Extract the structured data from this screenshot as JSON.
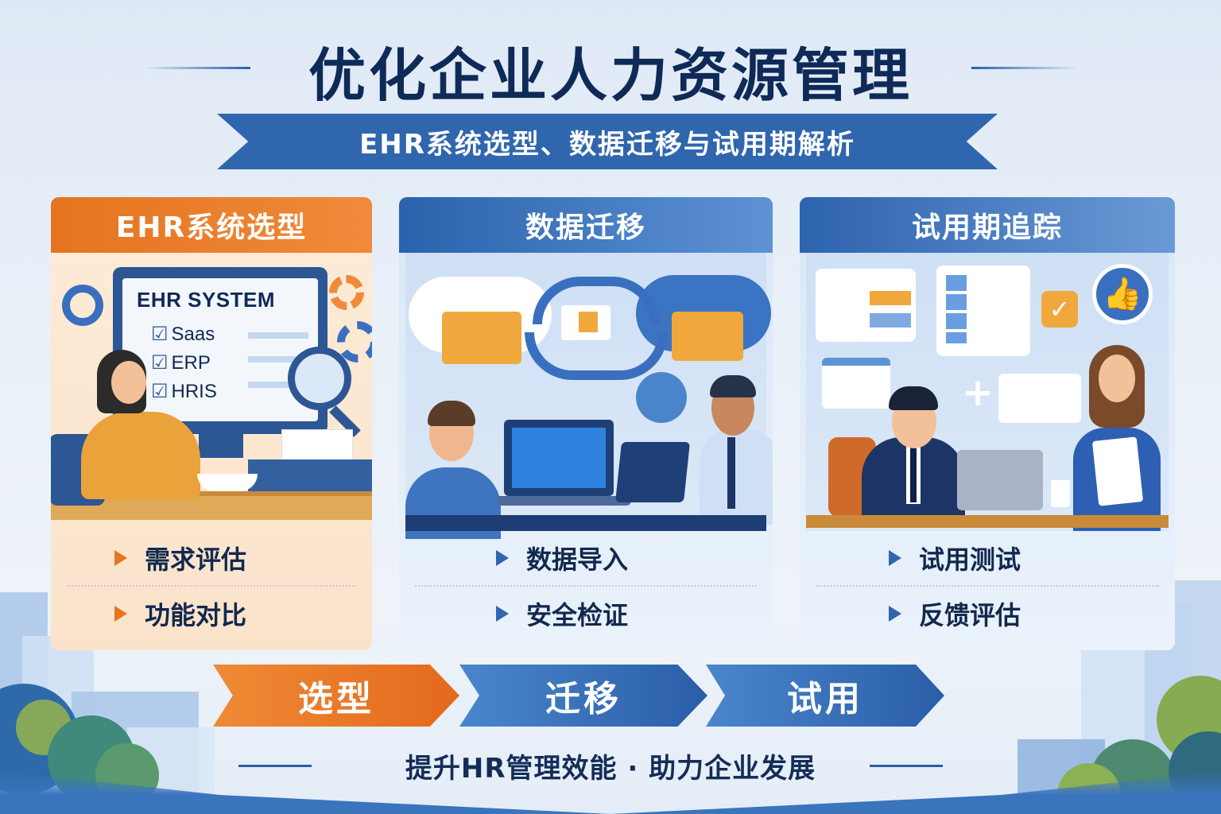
{
  "header": {
    "title": "优化企业人力资源管理",
    "subtitle": "EHR系统选型、数据迁移与试用期解析"
  },
  "cards": [
    {
      "title": "EHR系统选型",
      "accent": "#e5741f",
      "illustration": {
        "screen_title": "EHR SYSTEM",
        "checklist": [
          "Saas",
          "ERP",
          "HRIS"
        ]
      },
      "items": [
        "需求评估",
        "功能对比"
      ]
    },
    {
      "title": "数据迁移",
      "accent": "#2f66ad",
      "items": [
        "数据导入",
        "安全检证"
      ]
    },
    {
      "title": "试用期追踪",
      "accent": "#2f66ad",
      "items": [
        "试用测试",
        "反馈评估"
      ]
    }
  ],
  "steps": [
    "选型",
    "迁移",
    "试用"
  ],
  "footer": "提升HR管理效能 · 助力企业发展",
  "colors": {
    "title": "#0e2a57",
    "ribbon": "#2f66ad",
    "orange": "#e5741f",
    "blue": "#2a5ea8"
  }
}
